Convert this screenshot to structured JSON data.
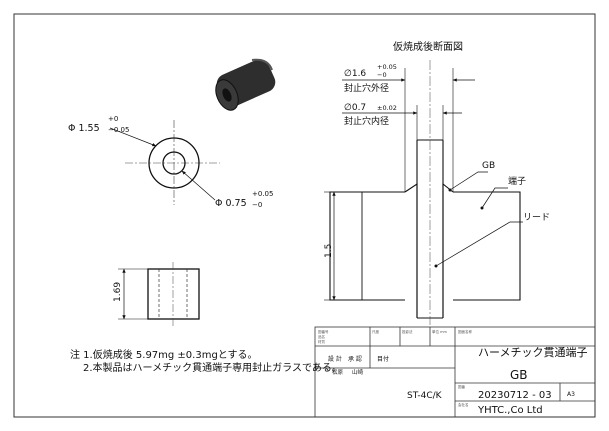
{
  "section_view": {
    "title": "仮焼成後断面図",
    "outer_dia_value": "∅1.6",
    "outer_dia_tol_upper": "+0.05",
    "outer_dia_tol_lower": "−0",
    "outer_dia_label": "封止穴外径",
    "inner_dia_value": "∅0.7",
    "inner_dia_tol": "±0.02",
    "inner_dia_label": "封止穴内径",
    "gb_label": "GB",
    "terminal_label": "端子",
    "lead_label": "リード",
    "height_dim": "1.5"
  },
  "front_view": {
    "outer_dia_value": "Φ 1.55",
    "outer_dia_tol_upper": "+0",
    "outer_dia_tol_lower": "−0.05",
    "inner_dia_value": "Φ 0.75",
    "inner_dia_tol_upper": "+0.05",
    "inner_dia_tol_lower": "−0"
  },
  "side_view": {
    "height_dim": "1.69"
  },
  "notes": {
    "line1": "注 1.仮焼成後 5.97mg ±0.3mgとする。",
    "line2": "2.本製品はハーメチック貫通端子専用封止ガラスである。"
  },
  "title_block": {
    "designer_label": "設 計",
    "approver_label": "承 認",
    "date_label": "目付",
    "designer_name": "松原",
    "approver_name": "山崎",
    "product_name": "ハーメチック貫通端子",
    "part_code": "GB",
    "model": "ST-4C/K",
    "drawing_no": "20230712 - 03",
    "sheet_size": "A3",
    "company": "YHTC.,Co Ltd"
  },
  "colors": {
    "line": "#111111",
    "thin_line": "#333333",
    "cylinder_dark": "#2b2b2b"
  }
}
